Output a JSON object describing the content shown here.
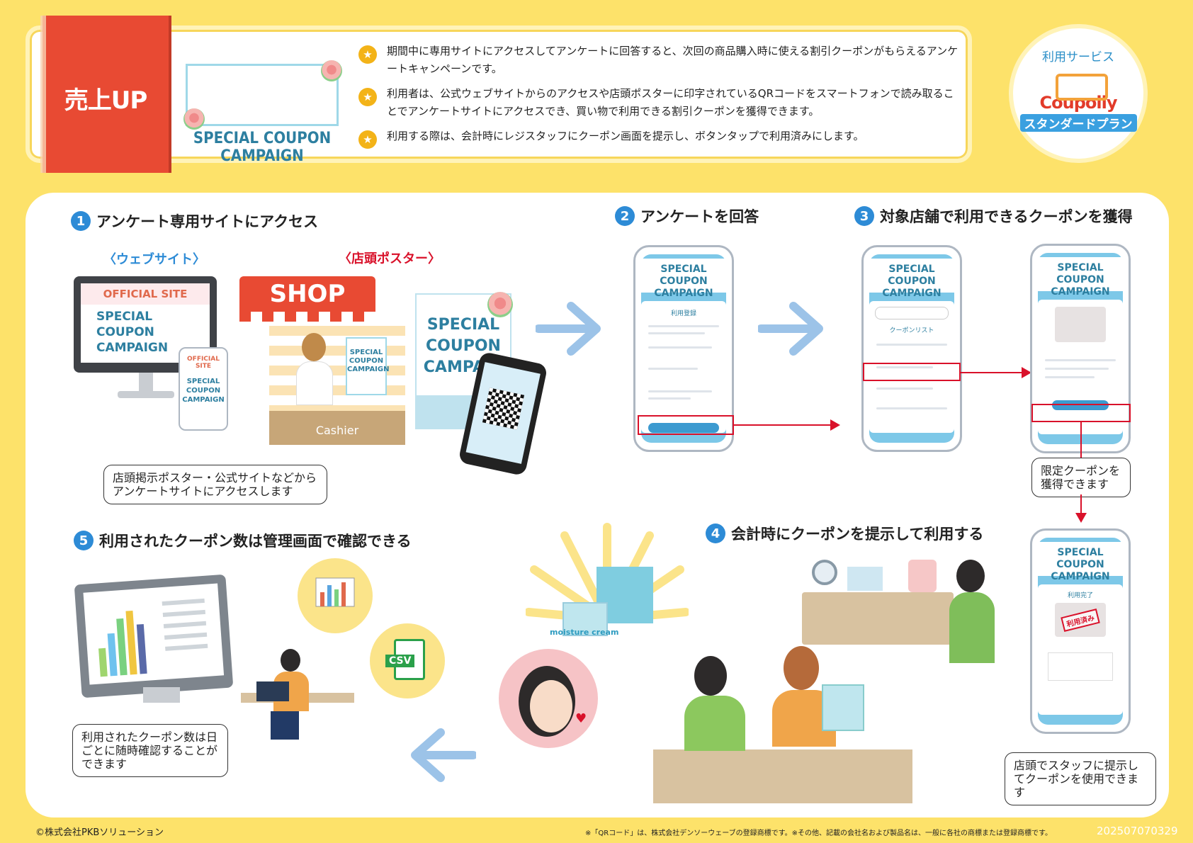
{
  "header": {
    "ribbon": "売上UP",
    "campaign_card": "SPECIAL COUPON\nCAMPAIGN",
    "bullets": [
      "期間中に専用サイトにアクセスしてアンケートに回答すると、次回の商品購入時に使える割引クーポンがもらえるアンケートキャンペーンです。",
      "利用者は、公式ウェブサイトからのアクセスや店頭ポスターに印字されているQRコードをスマートフォンで読み取ることでアンケートサイトにアクセスでき、買い物で利用できる割引クーポンを獲得できます。",
      "利用する際は、会計時にレジスタッフにクーポン画面を提示し、ボタンタップで利用済みにします。"
    ],
    "bullet_icon": "star-icon",
    "service": {
      "label": "利用サービス",
      "logo": "Coupolly",
      "plan": "スタンダードプラン"
    }
  },
  "steps": {
    "s1": {
      "num": "1",
      "title": "アンケート専用サイトにアクセス",
      "web_label": "〈ウェブサイト〉",
      "poster_label": "〈店頭ポスター〉"
    },
    "s2": {
      "num": "2",
      "title": "アンケートを回答"
    },
    "s3": {
      "num": "3",
      "title": "対象店舗で利用できるクーポンを獲得"
    },
    "s4": {
      "num": "4",
      "title": "会計時にクーポンを提示して利用する"
    },
    "s5": {
      "num": "5",
      "title": "利用されたクーポン数は管理画面で確認できる"
    }
  },
  "illustrations": {
    "official_site": "OFFICIAL SITE",
    "special_coupon": "SPECIAL COUPON\nCAMPAIGN",
    "mobile_coupon": "SPECIAL\nCOUPON\nCAMPAIGN",
    "shop": "SHOP",
    "cashier": "Cashier",
    "poster": "SPECIAL\nCOUPON\nCAMPAIG",
    "moisture": "moisture cream",
    "csv": "CSV",
    "used_stamp": "利用済み"
  },
  "bubbles": {
    "access": "店頭掲示ポスター・公式サイトなどからアンケートサイトにアクセスします",
    "coupon": "限定クーポンを獲得できます",
    "present": "店頭でスタッフに提示してクーポンを使用できます",
    "count": "利用されたクーポン数は日ごとに随時確認することができます"
  },
  "phones": {
    "p2_heading": "利用登録",
    "p3_heading": "クーポンリスト",
    "p5_heading": "利用完了"
  },
  "footer": {
    "copyright": "©株式会社PKBソリューション",
    "note": "※「QRコード」は、株式会社デンソーウェーブの登録商標です。※その他、記載の会社名および製品名は、一般に各社の商標または登録商標です。",
    "code": "202507070329"
  },
  "colors": {
    "background": "#fde26a",
    "accent_red": "#e84a33",
    "accent_blue": "#2d8bd6",
    "highlight_red": "#d9112a"
  }
}
